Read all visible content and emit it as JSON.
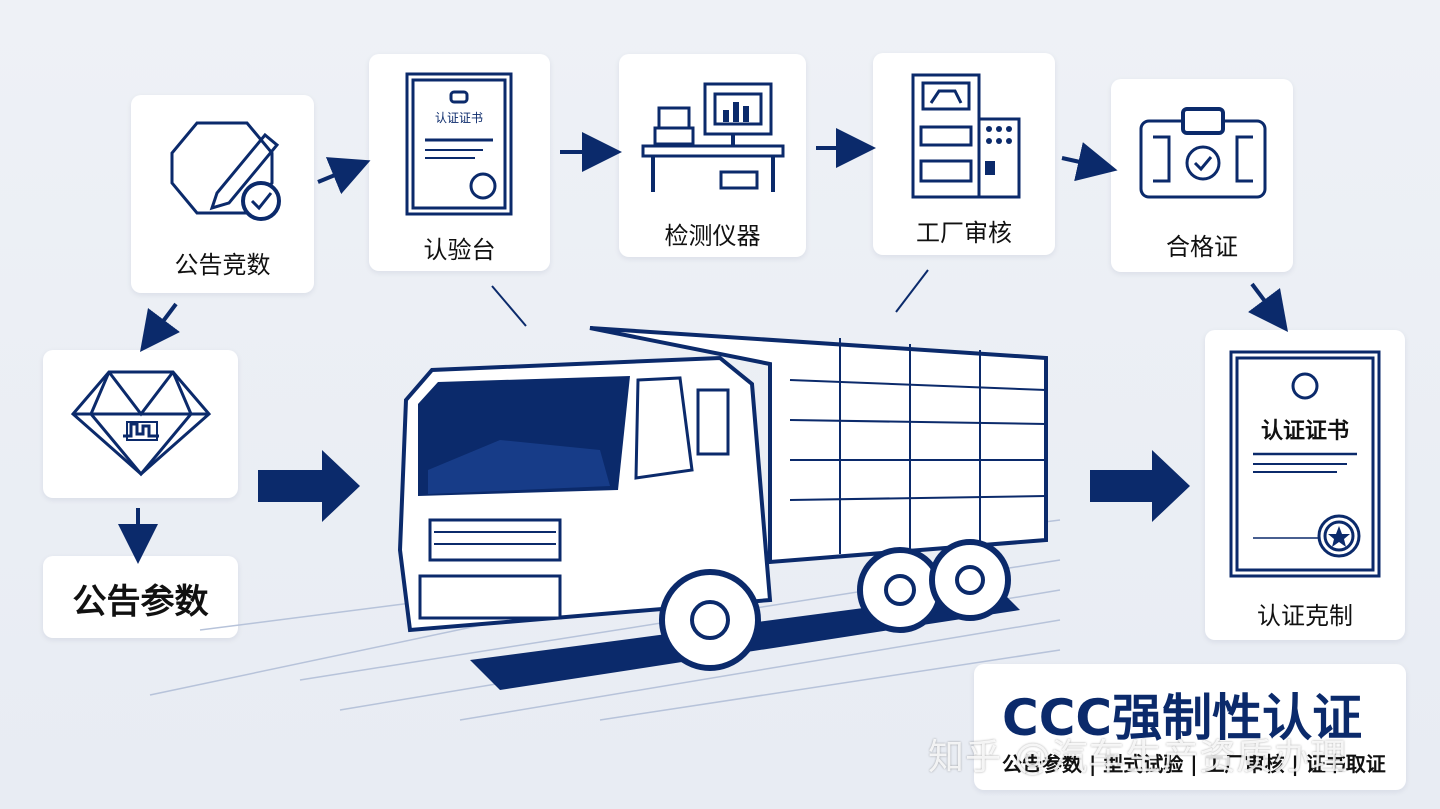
{
  "steps": {
    "s1": {
      "label": "公告竞数",
      "icon": "pencil-check-icon"
    },
    "s2": {
      "label": "认验台",
      "icon": "certificate-doc-icon",
      "doc_title": "认证证书"
    },
    "s3": {
      "label": "检测仪器",
      "icon": "lab-bench-icon"
    },
    "s4": {
      "label": "工厂审核",
      "icon": "factory-machine-icon"
    },
    "s5": {
      "label": "合格证",
      "icon": "badge-card-icon"
    },
    "s6": {
      "label": "",
      "icon": "gem-chart-icon"
    },
    "s7": {
      "label": "公告参数"
    },
    "s8": {
      "label": "认证克制",
      "icon": "certificate-icon",
      "doc_title": "认证证书"
    }
  },
  "title": {
    "main": "CCC强制性认证",
    "subtitle": "公告参数 | 型式试验 | 工厂审核 | 证书取证"
  },
  "watermark": "知乎 @汽车生产资质办理",
  "colors": {
    "navy": "#0b2a6b",
    "bg": "#eef1f6",
    "card": "#ffffff"
  }
}
